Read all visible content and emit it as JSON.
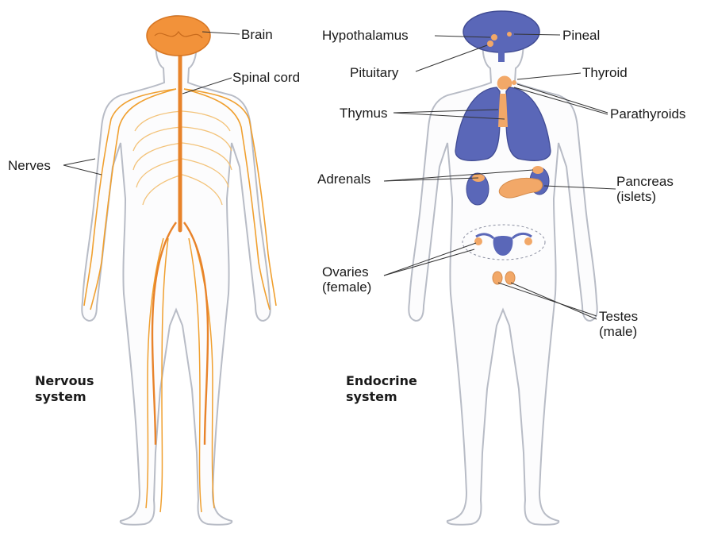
{
  "nervous": {
    "title_line1": "Nervous",
    "title_line2": "system",
    "labels": {
      "brain": "Brain",
      "spinal_cord": "Spinal cord",
      "nerves": "Nerves"
    }
  },
  "endocrine": {
    "title_line1": "Endocrine",
    "title_line2": "system",
    "labels": {
      "hypothalamus": "Hypothalamus",
      "pineal": "Pineal",
      "pituitary": "Pituitary",
      "thyroid": "Thyroid",
      "thymus": "Thymus",
      "parathyroids": "Parathyroids",
      "adrenals": "Adrenals",
      "pancreas_line1": "Pancreas",
      "pancreas_line2": "(islets)",
      "ovaries_line1": "Ovaries",
      "ovaries_line2": "(female)",
      "testes_line1": "Testes",
      "testes_line2": "(male)"
    }
  },
  "colors": {
    "nerve": "#f0a030",
    "nerve_main": "#e8832a",
    "gland_blue": "#5a67b8",
    "gland_orange": "#f2a868",
    "outline": "#b8bcc6"
  }
}
